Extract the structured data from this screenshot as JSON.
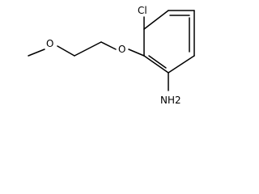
{
  "structure": {
    "atoms": {
      "chlorine": "Cl",
      "ether_oxygen_methoxy": "O",
      "ether_oxygen_aryl": "O",
      "amine": "NH2"
    },
    "colors": {
      "bond": "#000000",
      "label": "#000000",
      "background": "#ffffff"
    }
  }
}
